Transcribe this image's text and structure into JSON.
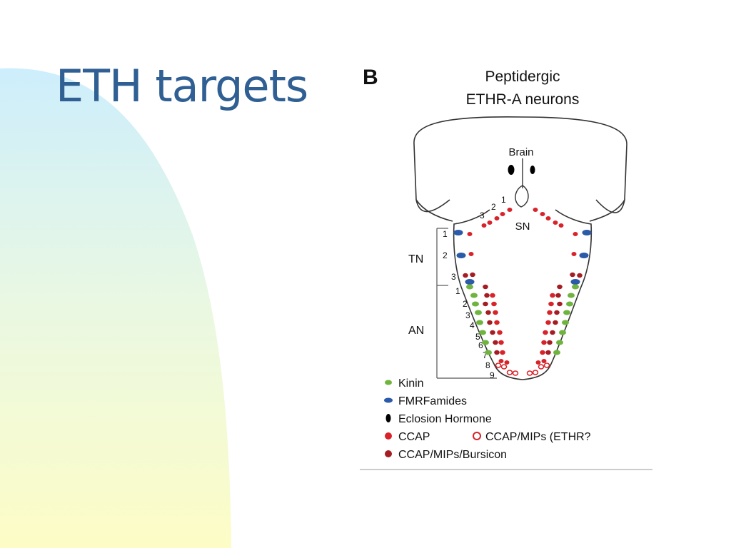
{
  "slide": {
    "title": "ETH targets"
  },
  "figure": {
    "panel_letter": "B",
    "heading_line1": "Peptidergic",
    "heading_line2": "ETHR-A neurons",
    "region_labels": {
      "brain": "Brain",
      "sn": "SN",
      "tn": "TN",
      "an": "AN"
    },
    "sn_numbers": [
      "1",
      "2",
      "3"
    ],
    "tn_numbers": [
      "1",
      "2",
      "3"
    ],
    "an_numbers": [
      "1",
      "2",
      "3",
      "4",
      "5",
      "6",
      "7",
      "8",
      "9"
    ],
    "legend": {
      "kinin": "Kinin",
      "fmrf": "FMRFamides",
      "eh": "Eclosion Hormone",
      "ccap": "CCAP",
      "ccap_mips_ethr": "CCAP/MIPs (ETHR?",
      "ccap_mips_bursicon": "CCAP/MIPs/Bursicon"
    },
    "colors": {
      "kinin": "#6fb43f",
      "fmrf": "#2a5aa8",
      "eh": "#000000",
      "ccap": "#d8232a",
      "bursicon": "#a51d24"
    }
  }
}
